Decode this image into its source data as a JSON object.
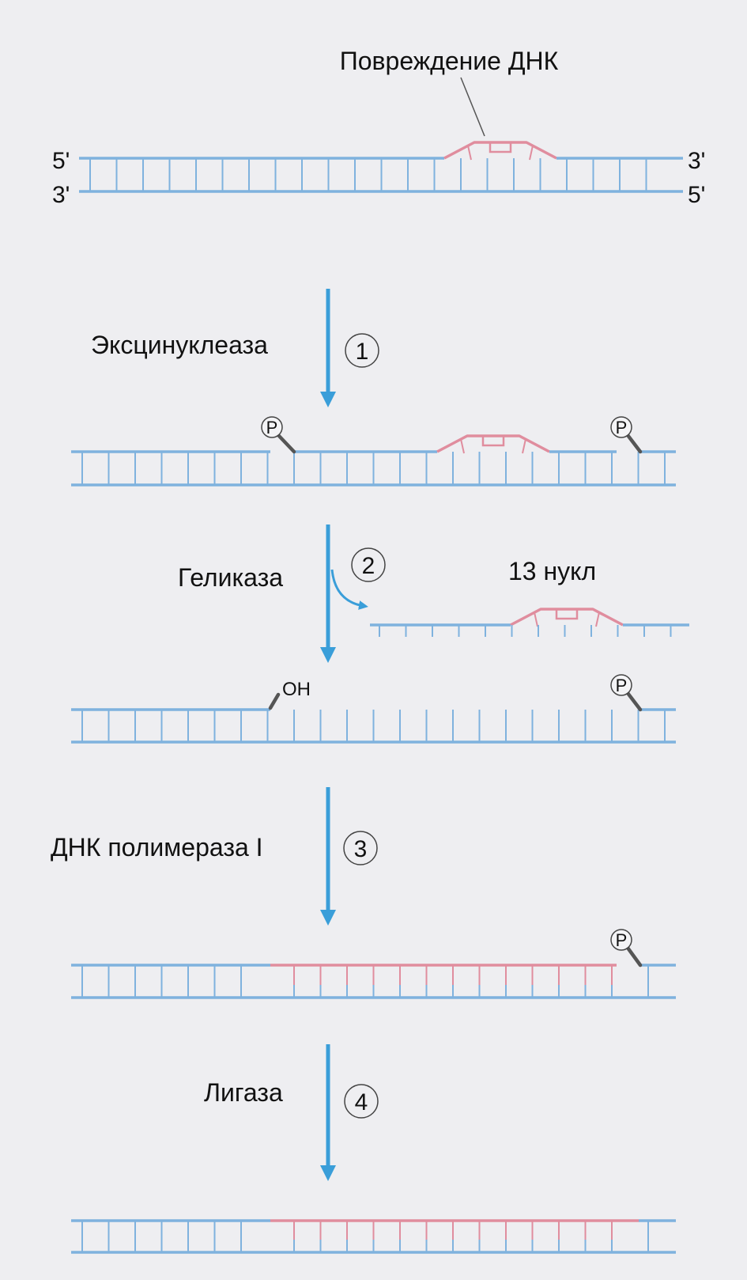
{
  "colors": {
    "background": "#eeeef1",
    "dna_strand": "#7fb2de",
    "damaged_or_new_strand": "#e08d9e",
    "arrow": "#3a9ed9",
    "phosphate_link": "#555555",
    "pointer_line": "#555555"
  },
  "labels": {
    "damage": "Повреждение ДНК",
    "end_5_left": "5'",
    "end_3_left": "3'",
    "end_3_right": "3'",
    "end_5_right": "5'",
    "phosphate": "P",
    "hydroxyl": "OH",
    "excised_fragment": "13 нукл"
  },
  "steps": [
    {
      "number": "1",
      "enzyme": "Эксцинуклеаза"
    },
    {
      "number": "2",
      "enzyme": "Геликаза"
    },
    {
      "number": "3",
      "enzyme": "ДНК полимераза I"
    },
    {
      "number": "4",
      "enzyme": "Лигаза"
    }
  ]
}
